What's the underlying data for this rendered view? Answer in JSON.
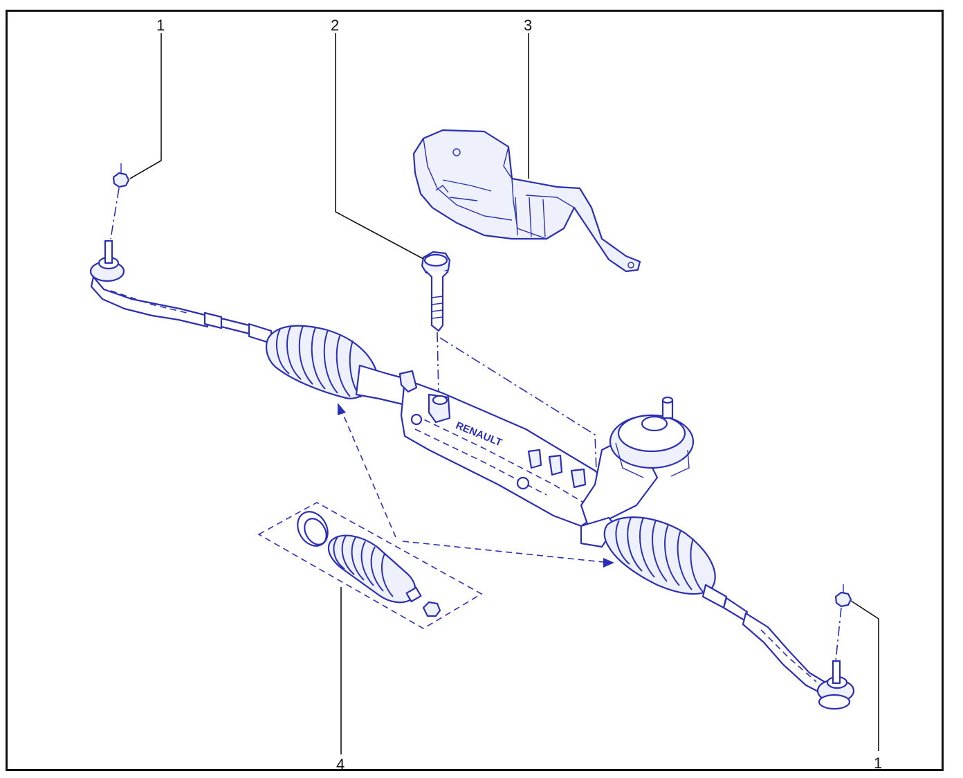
{
  "colors": {
    "line_art": "#2a2fb4",
    "callout_text": "#111111",
    "frame": "#111111",
    "background": "#ffffff"
  },
  "callouts": {
    "tie_rod_end_nut_left": "1",
    "mounting_bolt": "2",
    "heat_shield": "3",
    "bellows_kit": "4",
    "tie_rod_end_nut_right": "1"
  },
  "housing_marking": "RENAULT"
}
